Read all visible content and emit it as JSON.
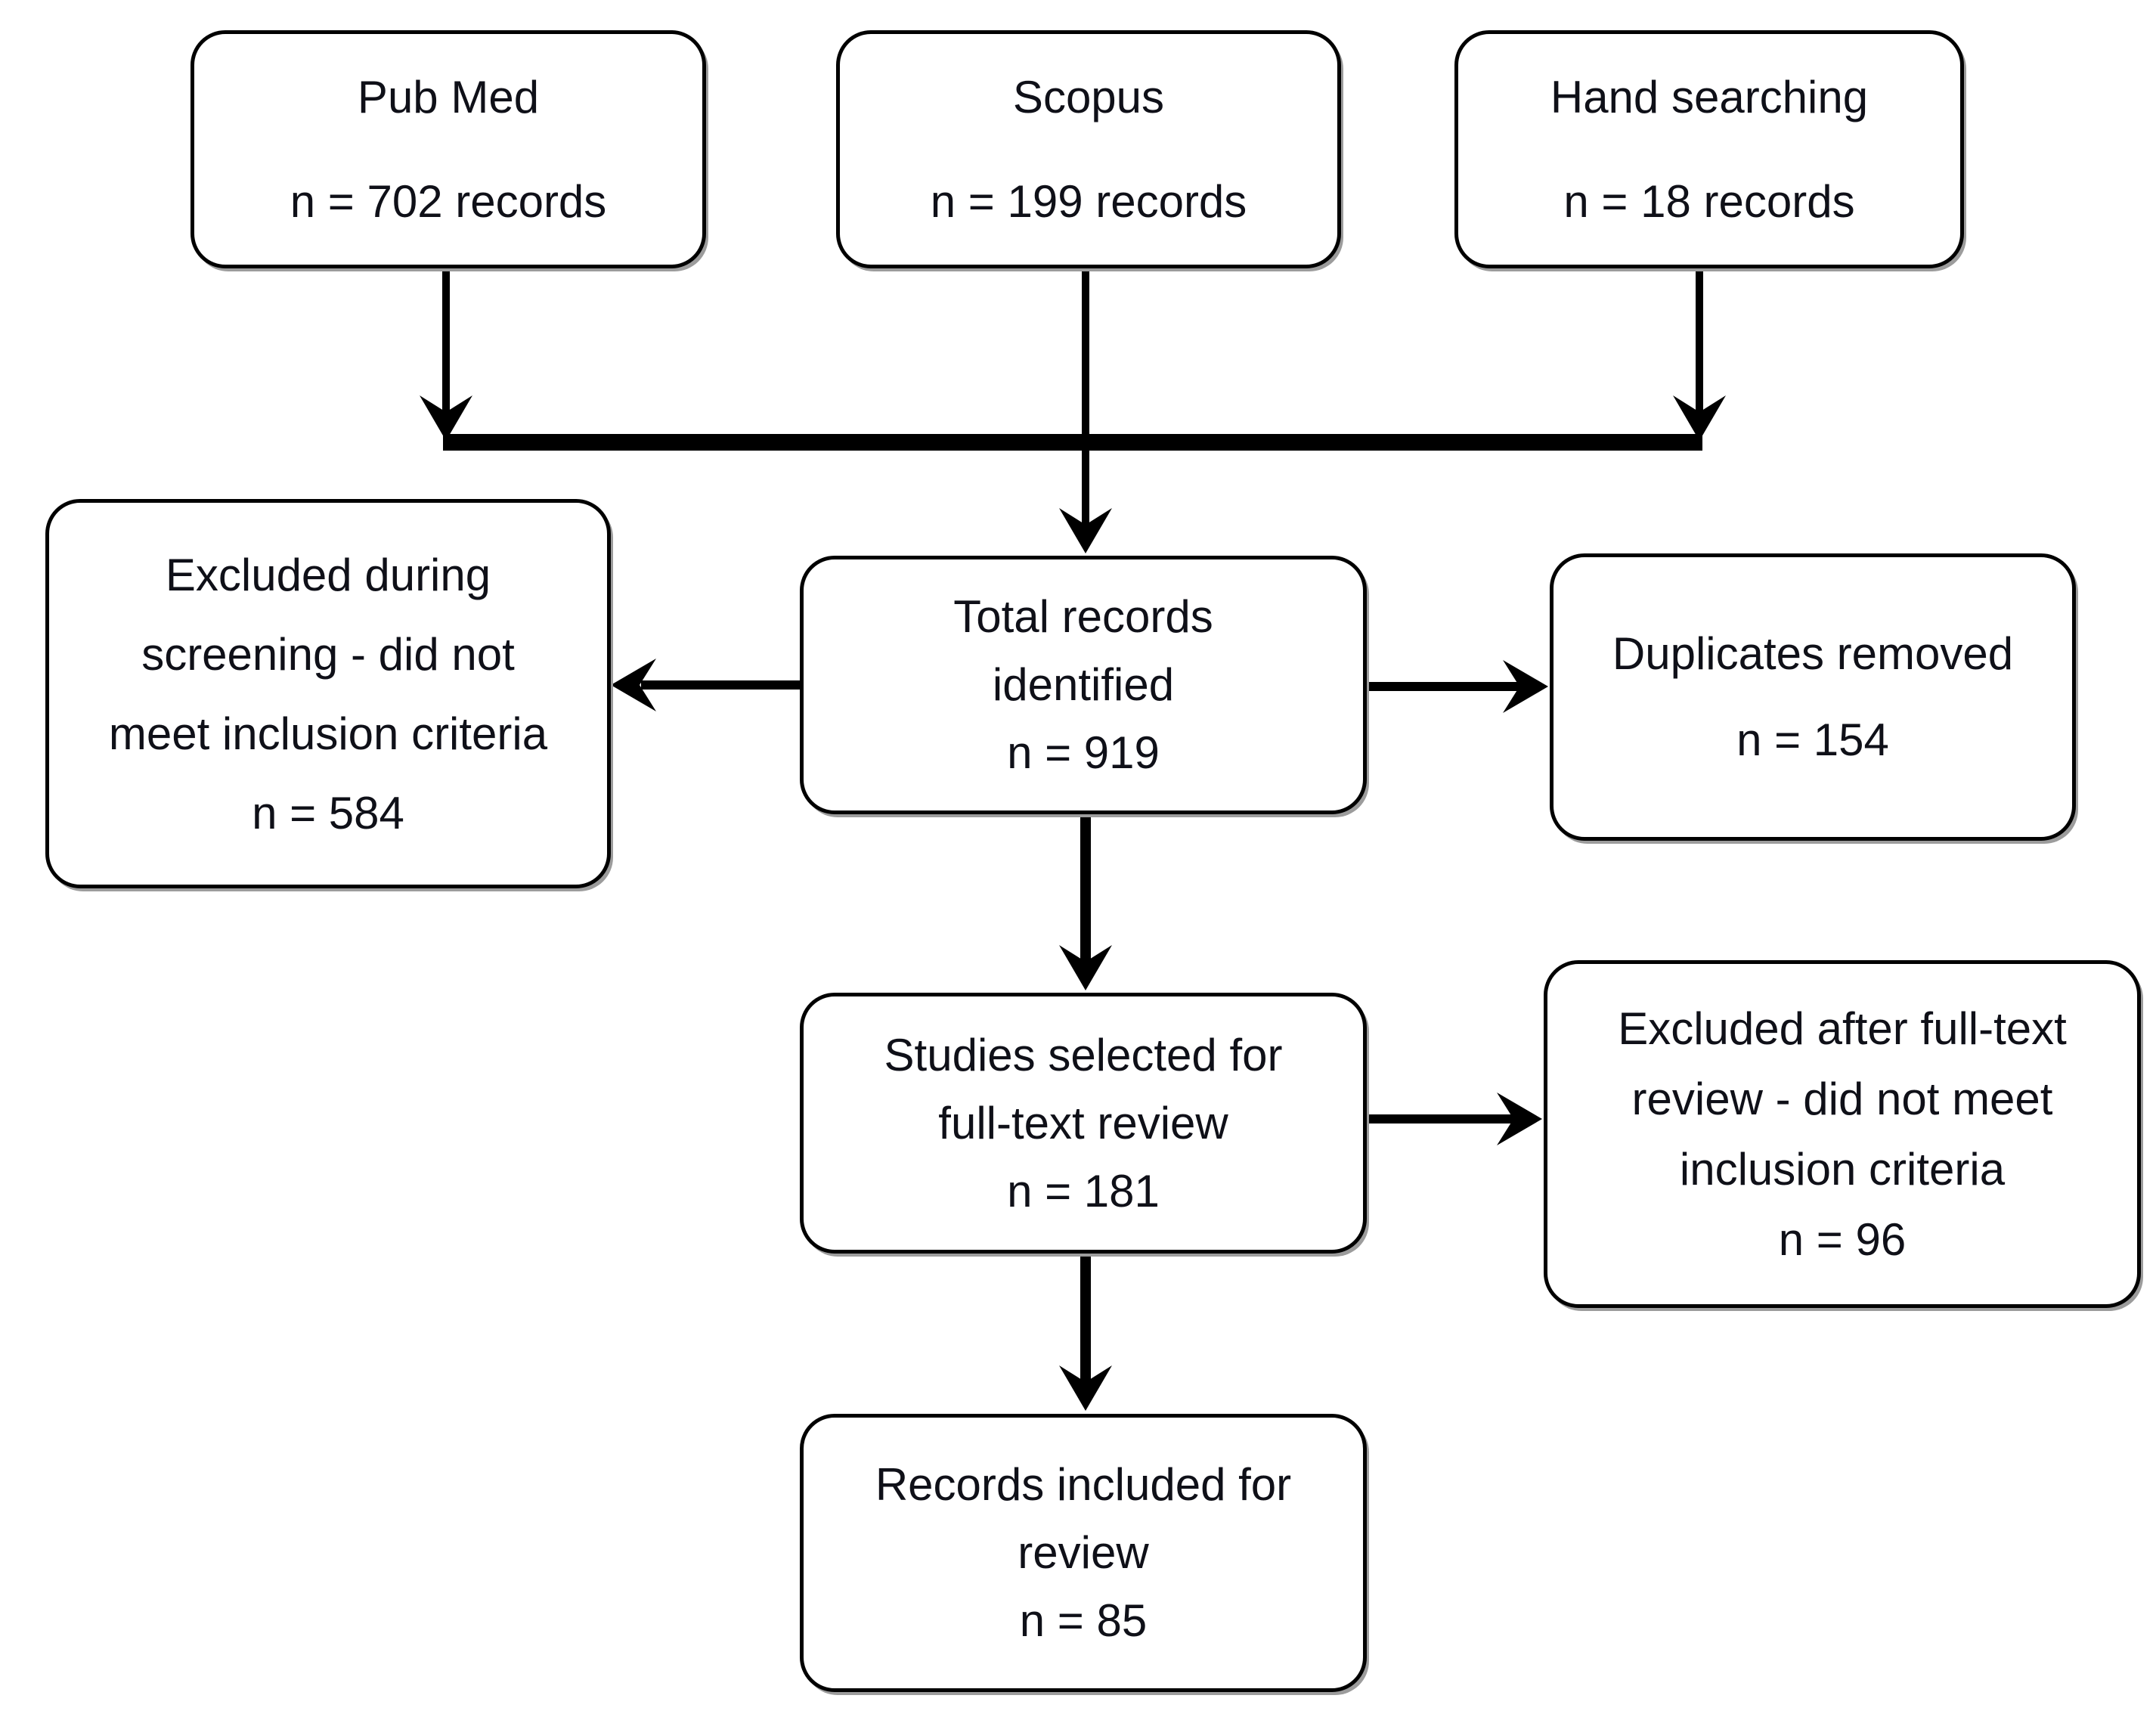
{
  "figure": {
    "type": "flowchart",
    "background": "#ffffff",
    "ink": "#0f1018",
    "border_color": "#000000",
    "nodes": {
      "pubmed": {
        "lines": [
          "Pub Med",
          "n = 702 records"
        ]
      },
      "scopus": {
        "lines": [
          "Scopus",
          "n = 199 records"
        ]
      },
      "hand": {
        "lines": [
          "Hand searching",
          "n = 18 records"
        ]
      },
      "total": {
        "lines": [
          "Total records",
          "identified",
          "n = 919"
        ]
      },
      "excluded_screening": {
        "lines": [
          "Excluded during",
          "screening - did not",
          "meet inclusion criteria",
          "n = 584"
        ]
      },
      "duplicates": {
        "lines": [
          "Duplicates removed",
          "n = 154"
        ]
      },
      "studies": {
        "lines": [
          "Studies selected for",
          "full-text review",
          "n = 181"
        ]
      },
      "excluded_fulltext": {
        "lines": [
          "Excluded after full-text",
          "review - did not meet",
          "inclusion criteria",
          "n = 96"
        ]
      },
      "records": {
        "lines": [
          "Records included for",
          "review",
          "n = 85"
        ]
      }
    },
    "edges": [
      {
        "from": "pubmed",
        "to": "total"
      },
      {
        "from": "scopus",
        "to": "total"
      },
      {
        "from": "hand",
        "to": "total"
      },
      {
        "from": "total",
        "to": "excluded_screening"
      },
      {
        "from": "total",
        "to": "duplicates"
      },
      {
        "from": "total",
        "to": "studies"
      },
      {
        "from": "studies",
        "to": "excluded_fulltext"
      },
      {
        "from": "studies",
        "to": "records"
      }
    ]
  }
}
